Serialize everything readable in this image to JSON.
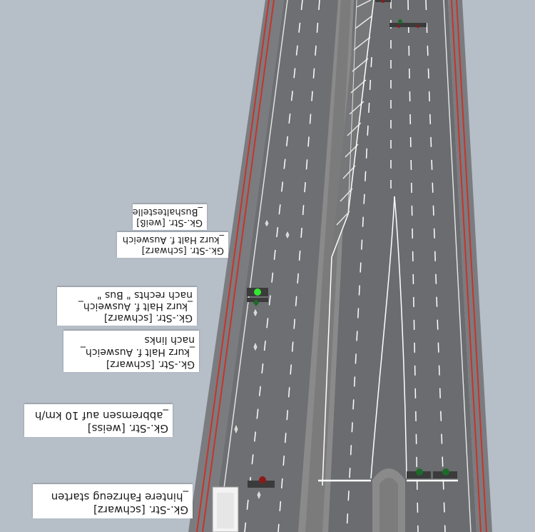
{
  "scene": {
    "colors": {
      "background": "#b6bec8",
      "asphalt": "#6d6f72",
      "median": "#838383",
      "red_line": "#c7342a",
      "lane_marking": "#ffffff",
      "signal_green_bright": "#33e633",
      "signal_green_dark": "#1d6b2a",
      "signal_red": "#8b1b1b"
    }
  },
  "signs": [
    {
      "id": "bushaltestelle",
      "lines": [
        "Gk.-Str. [weiß]",
        "_Bushaltestelle"
      ]
    },
    {
      "id": "kurz-halt-ausweich",
      "lines": [
        "Gk.-Str. [schwarz]",
        "_kurz Halt f. Ausweich"
      ]
    },
    {
      "id": "kurz-halt-bus",
      "lines": [
        "Gk.-Str. [schwarz]",
        "_kurz Halt f. Ausweich_",
        "nach rechts \" Bus \""
      ]
    },
    {
      "id": "kurz-halt-links",
      "lines": [
        "Gk.-Str. [schwarz]",
        "_kurz Halt f. Ausweich_",
        "nach links"
      ]
    },
    {
      "id": "abbremsen",
      "lines": [
        "Gk.-Str. [weiss]",
        "_abbremsen auf 10 km/h"
      ]
    },
    {
      "id": "hintere-fahrzeug",
      "lines": [
        "Gk.-Str. [schwarz]",
        "_hintere Fahrzeug starten"
      ]
    }
  ]
}
